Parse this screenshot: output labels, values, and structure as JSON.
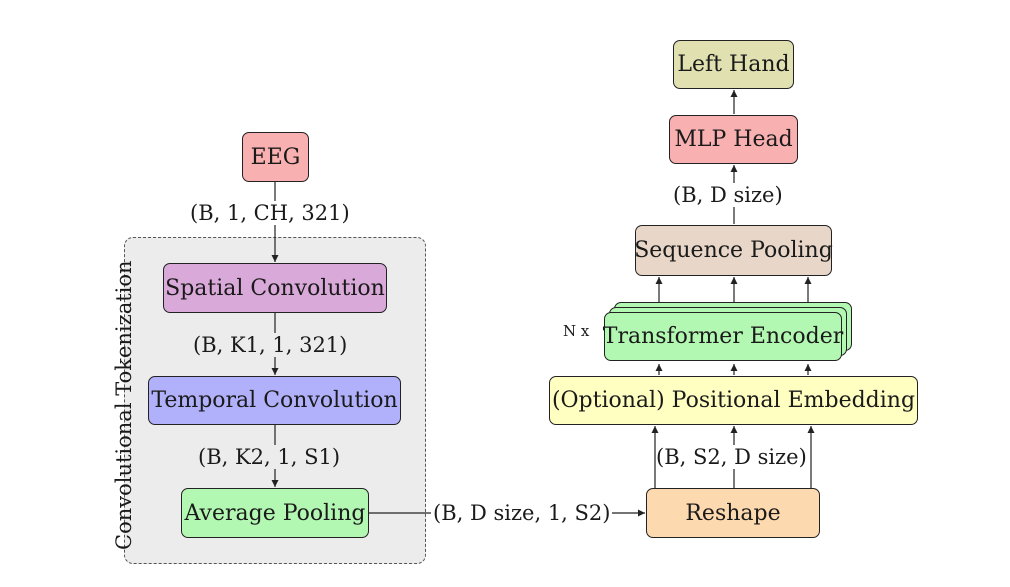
{
  "group_title": "Convolutional Tokenization",
  "nodes": {
    "eeg": "EEG",
    "spatial_conv": "Spatial Convolution",
    "temporal_conv": "Temporal Convolution",
    "avg_pool": "Average Pooling",
    "reshape": "Reshape",
    "pos_embed": "(Optional) Positional Embedding",
    "transformer": "Transformer Encoder",
    "seq_pool": "Sequence Pooling",
    "mlp_head": "MLP Head",
    "output": "Left Hand"
  },
  "shapes": {
    "input": "(B, 1, CH, 321)",
    "after_spatial": "(B, K1, 1, 321)",
    "after_temporal": "(B, K2, 1, S1)",
    "after_pool": "(B, D size, 1, S2)",
    "after_reshape": "(B, S2, D size)",
    "after_seq_pool": "(B, D size)"
  },
  "repeat_label": "N x",
  "colors": {
    "eeg": "#f9b0b0",
    "spatial": "#d9a9d9",
    "temporal": "#b0b0fb",
    "pool": "#b2f7b2",
    "reshape": "#fdd9b0",
    "embed": "#ffffc2",
    "transformer": "#b2f7b2",
    "seqpool": "#e8d7c8",
    "mlp": "#f9b0b0",
    "output": "#e0e0b0",
    "group_bg": "#ececec"
  }
}
